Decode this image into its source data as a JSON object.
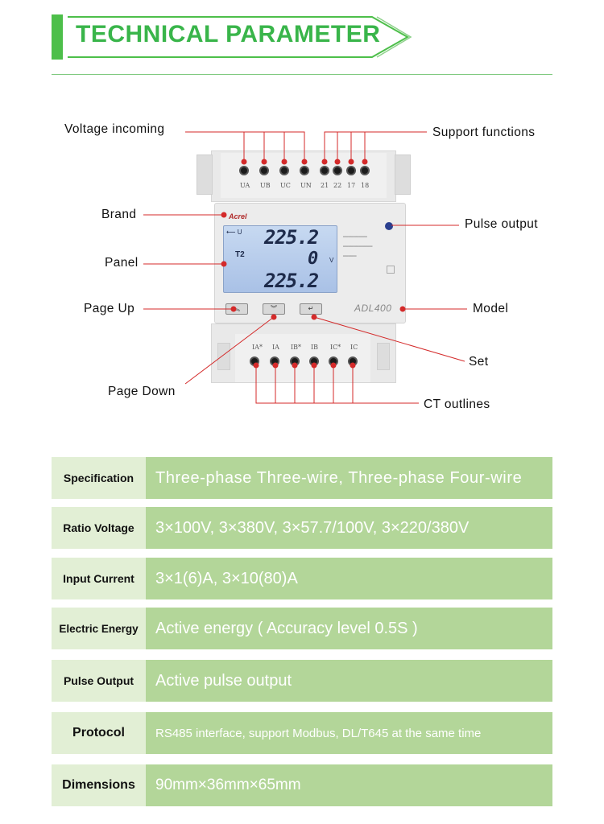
{
  "header": {
    "title": "TECHNICAL PARAMETER"
  },
  "diagram": {
    "labels": {
      "voltage_incoming": "Voltage incoming",
      "support_functions": "Support functions",
      "brand": "Brand",
      "pulse_output": "Pulse output",
      "panel": "Panel",
      "page_up": "Page Up",
      "model": "Model",
      "set": "Set",
      "page_down": "Page Down",
      "ct_outlines": "CT outlines"
    },
    "device": {
      "brand_mark": "Acrel",
      "model_mark": "ADL400",
      "top_terminals": [
        "UA",
        "UB",
        "UC",
        "UN",
        "21",
        "22",
        "17",
        "18"
      ],
      "bottom_terminals": [
        "IA*",
        "IA",
        "IB*",
        "IB",
        "IC*",
        "IC"
      ],
      "display": {
        "line1": "225.2",
        "line2": "0",
        "line3": "225.2",
        "tariff": "T2",
        "unit": "V"
      }
    }
  },
  "specs": [
    {
      "key": "Specification",
      "value": "Three-phase Three-wire, Three-phase Four-wire"
    },
    {
      "key": "Ratio Voltage",
      "value": "3×100V, 3×380V, 3×57.7/100V,  3×220/380V"
    },
    {
      "key": "Input Current",
      "value": "3×1(6)A,   3×10(80)A"
    },
    {
      "key": "Electric Energy",
      "value": "Active energy ( Accuracy level 0.5S )"
    },
    {
      "key": "Pulse Output",
      "value": "Active pulse output"
    },
    {
      "key": "Protocol",
      "value": "RS485 interface, support Modbus, DL/T645 at the same time"
    },
    {
      "key": "Dimensions",
      "value": "90mm×36mm×65mm"
    }
  ],
  "colors": {
    "accent": "#39b54a",
    "key_bg": "#e2efd5",
    "value_bg": "#b3d699",
    "callout": "#d42a2a"
  }
}
